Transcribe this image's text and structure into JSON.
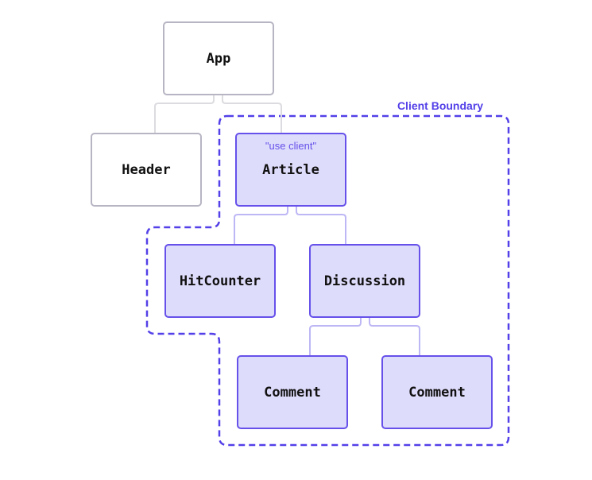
{
  "boundary": {
    "label": "Client Boundary"
  },
  "nodes": {
    "app": {
      "label": "App"
    },
    "header": {
      "label": "Header"
    },
    "article": {
      "label": "Article",
      "directive": "\"use client\""
    },
    "hitcounter": {
      "label": "HitCounter"
    },
    "discussion": {
      "label": "Discussion"
    },
    "comment_1": {
      "label": "Comment"
    },
    "comment_2": {
      "label": "Comment"
    }
  },
  "colors": {
    "accent": "#5340e8",
    "client_fill": "#dedcfb",
    "client_stroke": "#6651ea",
    "server_stroke": "#b7b5c3",
    "server_fill": "#ffffff",
    "server_connector": "#dcdce0",
    "client_connector": "#bdb7f5",
    "text": "#111111"
  }
}
